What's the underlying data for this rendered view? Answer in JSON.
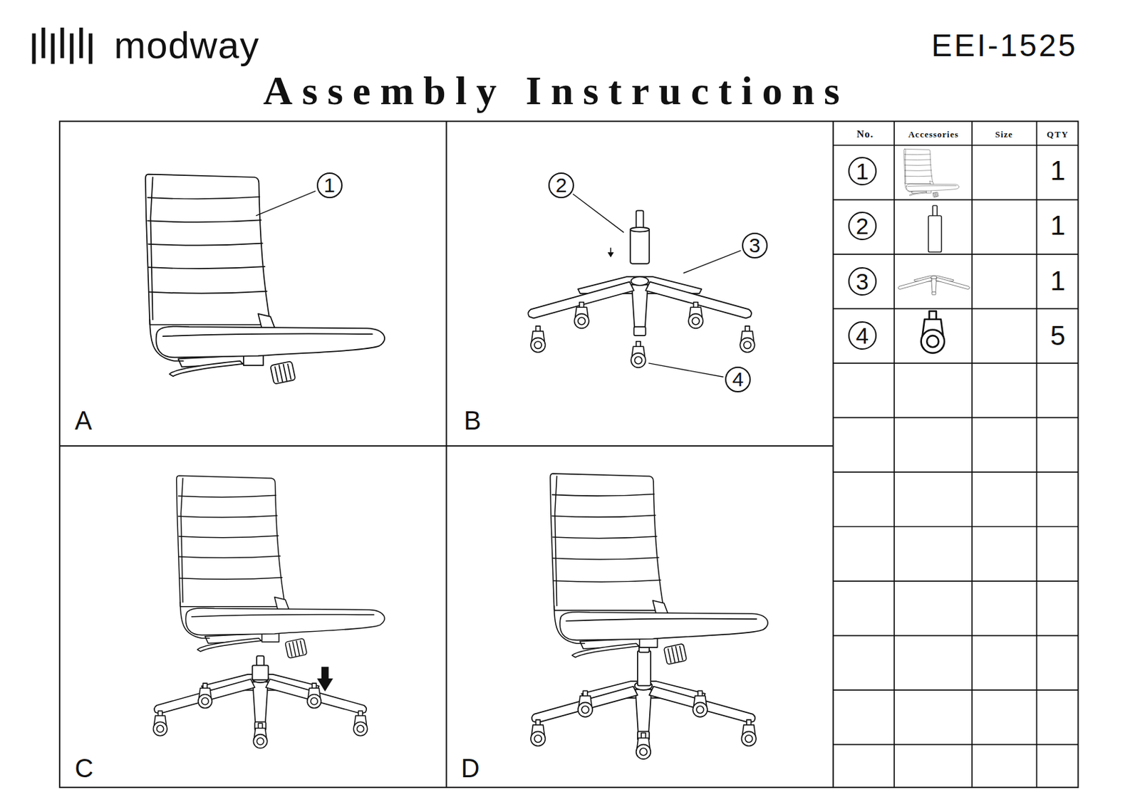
{
  "diagram": {
    "title": "Assembly Instructions",
    "nodes": [
      {
        "text": [
          "1"
        ]
      },
      {
        "text": [
          "2"
        ]
      },
      {
        "text": [
          "3"
        ]
      },
      {
        "text": [
          "4"
        ]
      },
      {
        "text": [
          "1"
        ]
      },
      {
        "text": [
          "2"
        ]
      },
      {
        "text": [
          "3"
        ]
      },
      {
        "text": [
          "4"
        ]
      }
    ],
    "labels": [
      "modway",
      "EEI-1525",
      "A",
      "B",
      "C",
      "D",
      "No.",
      "Accessories",
      "Size",
      "QTY",
      "1",
      "1",
      "1",
      "5"
    ]
  }
}
